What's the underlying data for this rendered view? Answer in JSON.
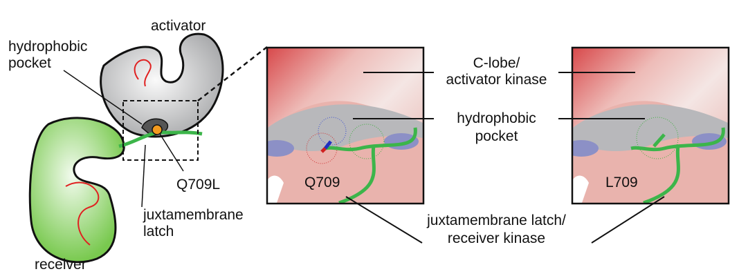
{
  "cartoon": {
    "activator_label": "activator",
    "hydrophobic_pocket_label_line1": "hydrophobic",
    "hydrophobic_pocket_label_line2": "pocket",
    "mutation_label": "Q709L",
    "latch_label_line1": "juxtamembrane",
    "latch_label_line2": "latch",
    "receiver_label": "receiver"
  },
  "panels": {
    "left_residue_label": "Q709",
    "right_residue_label": "L709",
    "clobe_label_line1": "C-lobe/",
    "clobe_label_line2": "activator kinase",
    "pocket_label_line1": "hydrophobic",
    "pocket_label_line2": "pocket",
    "jm_label_line1": "juxtamembrane latch/",
    "jm_label_line2": "receiver kinase"
  },
  "colors": {
    "activator": "#b8b9bb",
    "receiver": "#7fcf5a",
    "latch": "#3cb54a",
    "mutation_dot": "#f39a1e",
    "surface_red": "#d9474a",
    "surface_blue": "#8088c0"
  }
}
